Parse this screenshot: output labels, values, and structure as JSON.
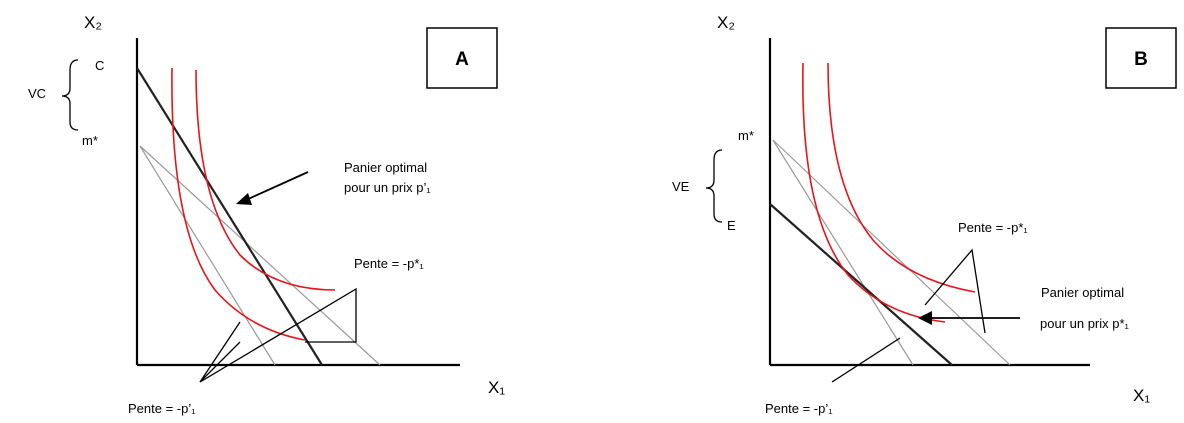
{
  "panel_a": {
    "box_label": "A",
    "y_axis_label": "X₂",
    "x_axis_label": "X₁",
    "bracket_label": "VC",
    "bracket_top": "C",
    "bracket_bottom": "m*",
    "optimal_label_line1": "Panier optimal",
    "optimal_label_line2": "pour un prix p’₁",
    "slope_star_label": "Pente = -p*₁",
    "slope_prime_label": "Pente = -p’₁"
  },
  "panel_b": {
    "box_label": "B",
    "y_axis_label": "X₂",
    "x_axis_label": "X₁",
    "bracket_label": "VE",
    "bracket_top": "m*",
    "bracket_bottom": "E",
    "optimal_label_line1": "Panier optimal",
    "optimal_label_line2": "pour un prix p*₁",
    "slope_star_label": "Pente = -p*₁",
    "slope_prime_label": "Pente = -p’₁"
  },
  "colors": {
    "indifference_curve": "#e8141c",
    "budget_line": "#222222",
    "compensated_line": "#9a9a9a",
    "axis": "#000000"
  }
}
